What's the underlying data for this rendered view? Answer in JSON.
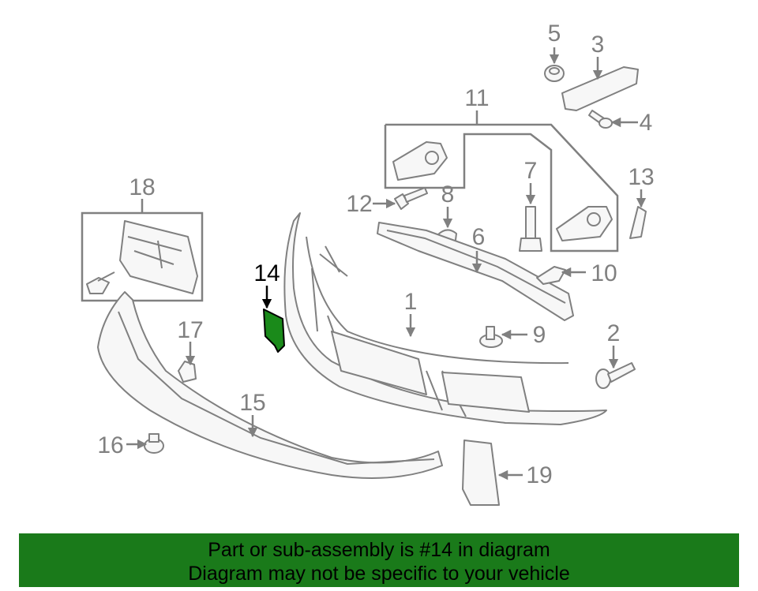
{
  "callouts": [
    "1",
    "2",
    "3",
    "4",
    "5",
    "6",
    "7",
    "8",
    "9",
    "10",
    "11",
    "12",
    "13",
    "14",
    "15",
    "16",
    "17",
    "18",
    "19"
  ],
  "highlighted_part": "14",
  "colors": {
    "highlight_fill": "#1a8a1a",
    "banner_background": "#1a7a1a",
    "line_art": "#808080"
  },
  "banner": {
    "line1": "Part or sub-assembly is #14 in diagram",
    "line2": "Diagram may not be specific to your vehicle"
  }
}
